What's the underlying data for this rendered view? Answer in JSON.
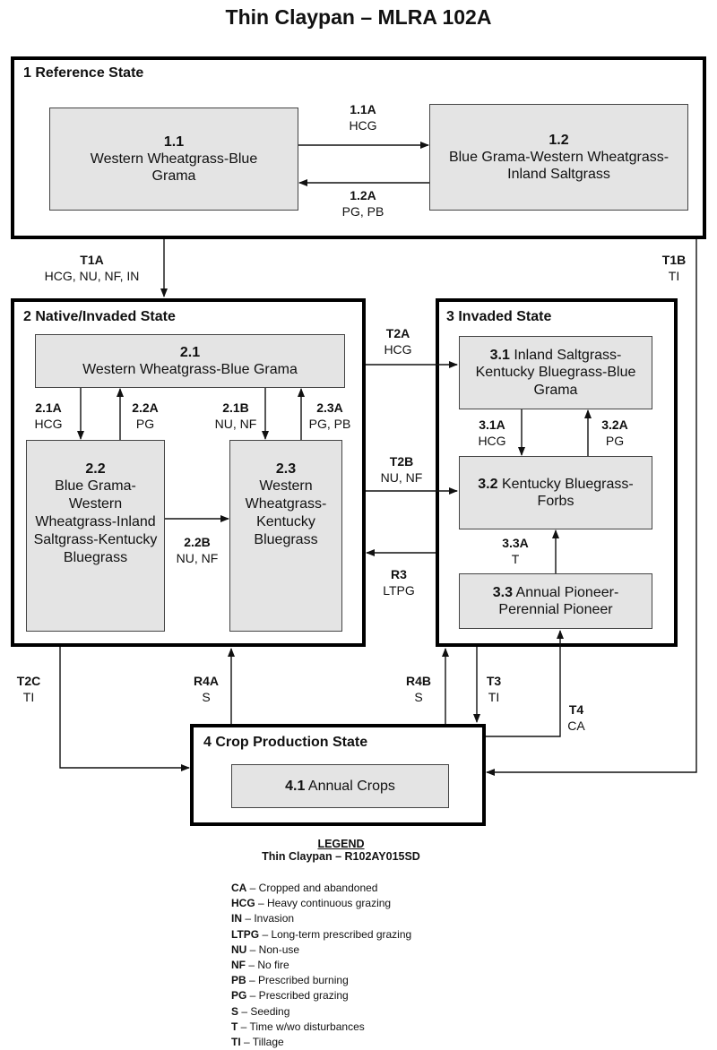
{
  "title": "Thin Claypan – MLRA 102A",
  "states": {
    "s1": "1 Reference State",
    "s2": "2 Native/Invaded State",
    "s3": "3 Invaded State",
    "s4": "4 Crop Production State"
  },
  "communities": {
    "c11": {
      "num": "1.1",
      "name": "Western Wheatgrass-Blue Grama"
    },
    "c12": {
      "num": "1.2",
      "name": "Blue Grama-Western Wheatgrass-Inland Saltgrass"
    },
    "c21": {
      "num": "2.1",
      "name": "Western Wheatgrass-Blue Grama"
    },
    "c22": {
      "num": "2.2",
      "name": "Blue Grama-Western Wheatgrass-Inland Saltgrass-Kentucky Bluegrass"
    },
    "c23": {
      "num": "2.3",
      "name": "Western Wheatgrass-Kentucky Bluegrass"
    },
    "c31": {
      "num": "3.1",
      "name": "Inland Saltgrass-Kentucky Bluegrass-Blue Grama"
    },
    "c32": {
      "num": "3.2",
      "name": "Kentucky Bluegrass-Forbs"
    },
    "c33": {
      "num": "3.3",
      "name": "Annual Pioneer-Perennial Pioneer"
    },
    "c41": {
      "num": "4.1",
      "name": "Annual Crops"
    }
  },
  "transitions": {
    "p11A": {
      "code": "1.1A",
      "drivers": "HCG"
    },
    "p12A": {
      "code": "1.2A",
      "drivers": "PG, PB"
    },
    "T1A": {
      "code": "T1A",
      "drivers": "HCG, NU, NF, IN"
    },
    "T1B": {
      "code": "T1B",
      "drivers": "TI"
    },
    "p21A": {
      "code": "2.1A",
      "drivers": "HCG"
    },
    "p22A": {
      "code": "2.2A",
      "drivers": "PG"
    },
    "p21B": {
      "code": "2.1B",
      "drivers": "NU, NF"
    },
    "p23A": {
      "code": "2.3A",
      "drivers": "PG, PB"
    },
    "p22B": {
      "code": "2.2B",
      "drivers": "NU, NF"
    },
    "T2A": {
      "code": "T2A",
      "drivers": "HCG"
    },
    "T2B": {
      "code": "T2B",
      "drivers": "NU, NF"
    },
    "R3": {
      "code": "R3",
      "drivers": "LTPG"
    },
    "p31A": {
      "code": "3.1A",
      "drivers": "HCG"
    },
    "p32A": {
      "code": "3.2A",
      "drivers": "PG"
    },
    "p33A": {
      "code": "3.3A",
      "drivers": "T"
    },
    "T2C": {
      "code": "T2C",
      "drivers": "TI"
    },
    "R4A": {
      "code": "R4A",
      "drivers": "S"
    },
    "R4B": {
      "code": "R4B",
      "drivers": "S"
    },
    "T3": {
      "code": "T3",
      "drivers": "TI"
    },
    "T4": {
      "code": "T4",
      "drivers": "CA"
    }
  },
  "legend": {
    "heading": "LEGEND",
    "subtitle": "Thin Claypan – R102AY015SD",
    "items": [
      {
        "abbr": "CA",
        "text": " – Cropped and abandoned"
      },
      {
        "abbr": "HCG",
        "text": " – Heavy continuous grazing"
      },
      {
        "abbr": "IN",
        "text": " – Invasion"
      },
      {
        "abbr": "LTPG",
        "text": " – Long-term prescribed grazing"
      },
      {
        "abbr": "NU",
        "text": " – Non-use"
      },
      {
        "abbr": "NF",
        "text": " – No fire"
      },
      {
        "abbr": "PB",
        "text": " – Prescribed burning"
      },
      {
        "abbr": "PG",
        "text": " – Prescribed grazing"
      },
      {
        "abbr": "S",
        "text": " – Seeding"
      },
      {
        "abbr": "T",
        "text": " – Time w/wo disturbances"
      },
      {
        "abbr": "TI",
        "text": " – Tillage"
      }
    ]
  }
}
